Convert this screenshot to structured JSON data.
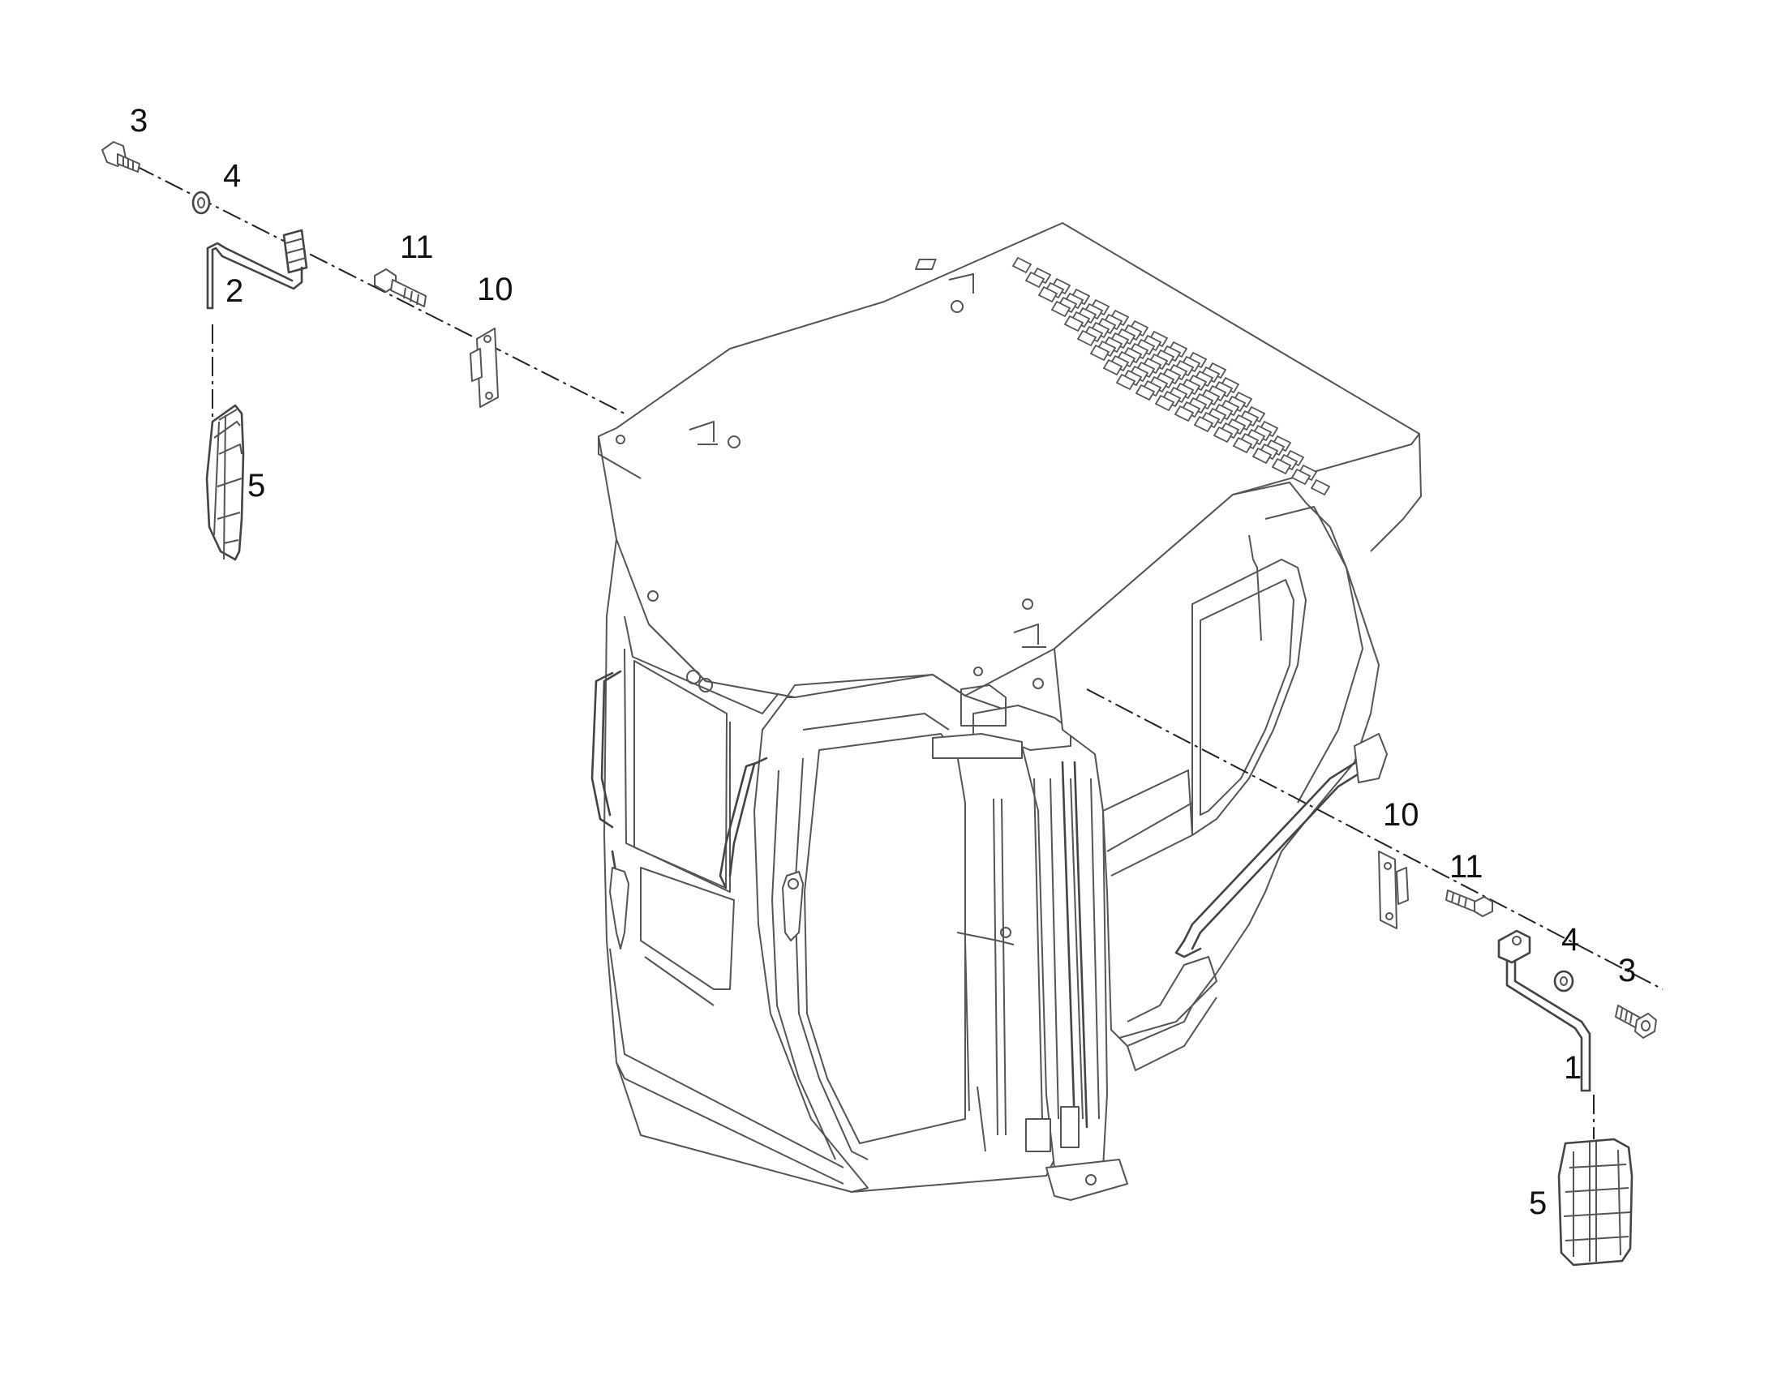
{
  "callouts": {
    "left_3": "3",
    "left_4": "4",
    "left_2": "2",
    "left_11": "11",
    "left_10": "10",
    "left_5": "5",
    "right_10": "10",
    "right_11": "11",
    "right_4": "4",
    "right_3": "3",
    "right_1": "1",
    "right_5": "5"
  },
  "icons": {
    "cab": "operator-cab-icon",
    "mirror": "mirror-icon",
    "bracket": "bracket-icon",
    "bolt": "bolt-icon",
    "washer": "washer-icon",
    "mirror_arm": "mirror-arm-icon"
  }
}
